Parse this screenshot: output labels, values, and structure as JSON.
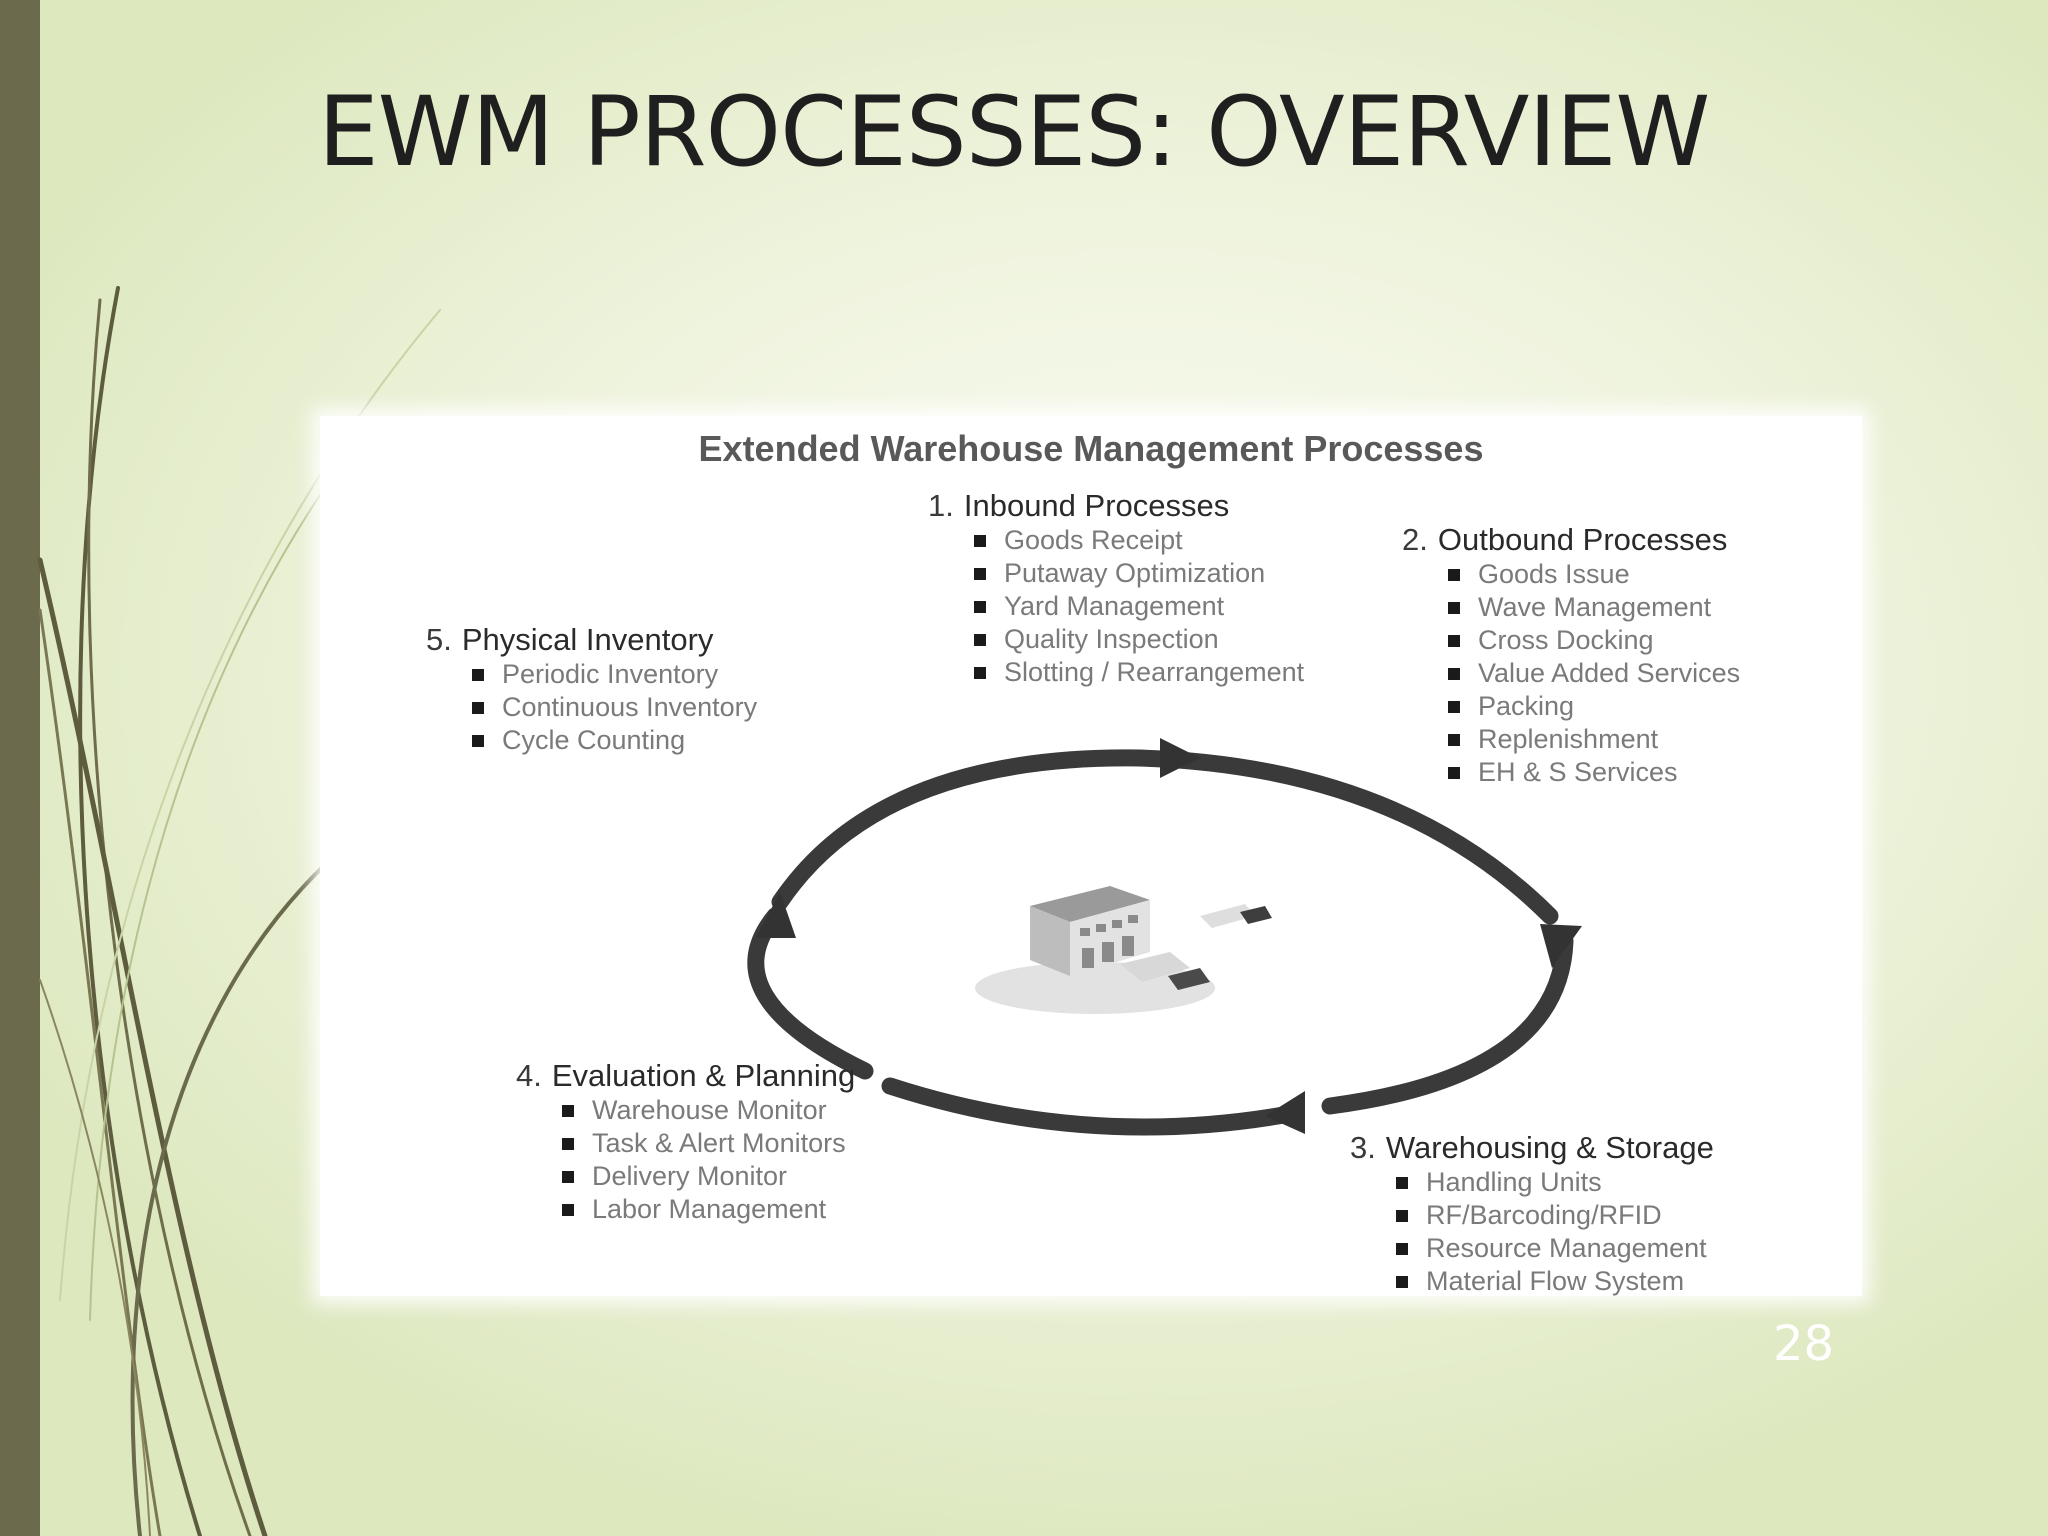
{
  "slide": {
    "title": "EWM PROCESSES: OVERVIEW",
    "page_number": "28"
  },
  "diagram": {
    "title": "Extended Warehouse Management Processes",
    "blocks": [
      {
        "number": "1.",
        "heading": "Inbound Processes",
        "items": [
          "Goods Receipt",
          "Putaway Optimization",
          "Yard Management",
          "Quality Inspection",
          "Slotting / Rearrangement"
        ]
      },
      {
        "number": "2.",
        "heading": "Outbound Processes",
        "items": [
          "Goods Issue",
          "Wave Management",
          "Cross Docking",
          "Value Added Services",
          "Packing",
          "Replenishment",
          "EH & S Services"
        ]
      },
      {
        "number": "3.",
        "heading": "Warehousing & Storage",
        "items": [
          "Handling Units",
          "RF/Barcoding/RFID",
          "Resource Management",
          "Material Flow System"
        ]
      },
      {
        "number": "4.",
        "heading": "Evaluation & Planning",
        "items": [
          "Warehouse Monitor",
          "Task & Alert Monitors",
          "Delivery Monitor",
          "Labor Management"
        ]
      },
      {
        "number": "5.",
        "heading": "Physical Inventory",
        "items": [
          "Periodic Inventory",
          "Continuous Inventory",
          "Cycle Counting"
        ]
      }
    ]
  },
  "colors": {
    "left_bar": "#6b6a4c",
    "background": "#e6edcc",
    "cycle_arrow": "#3a3a3a"
  }
}
